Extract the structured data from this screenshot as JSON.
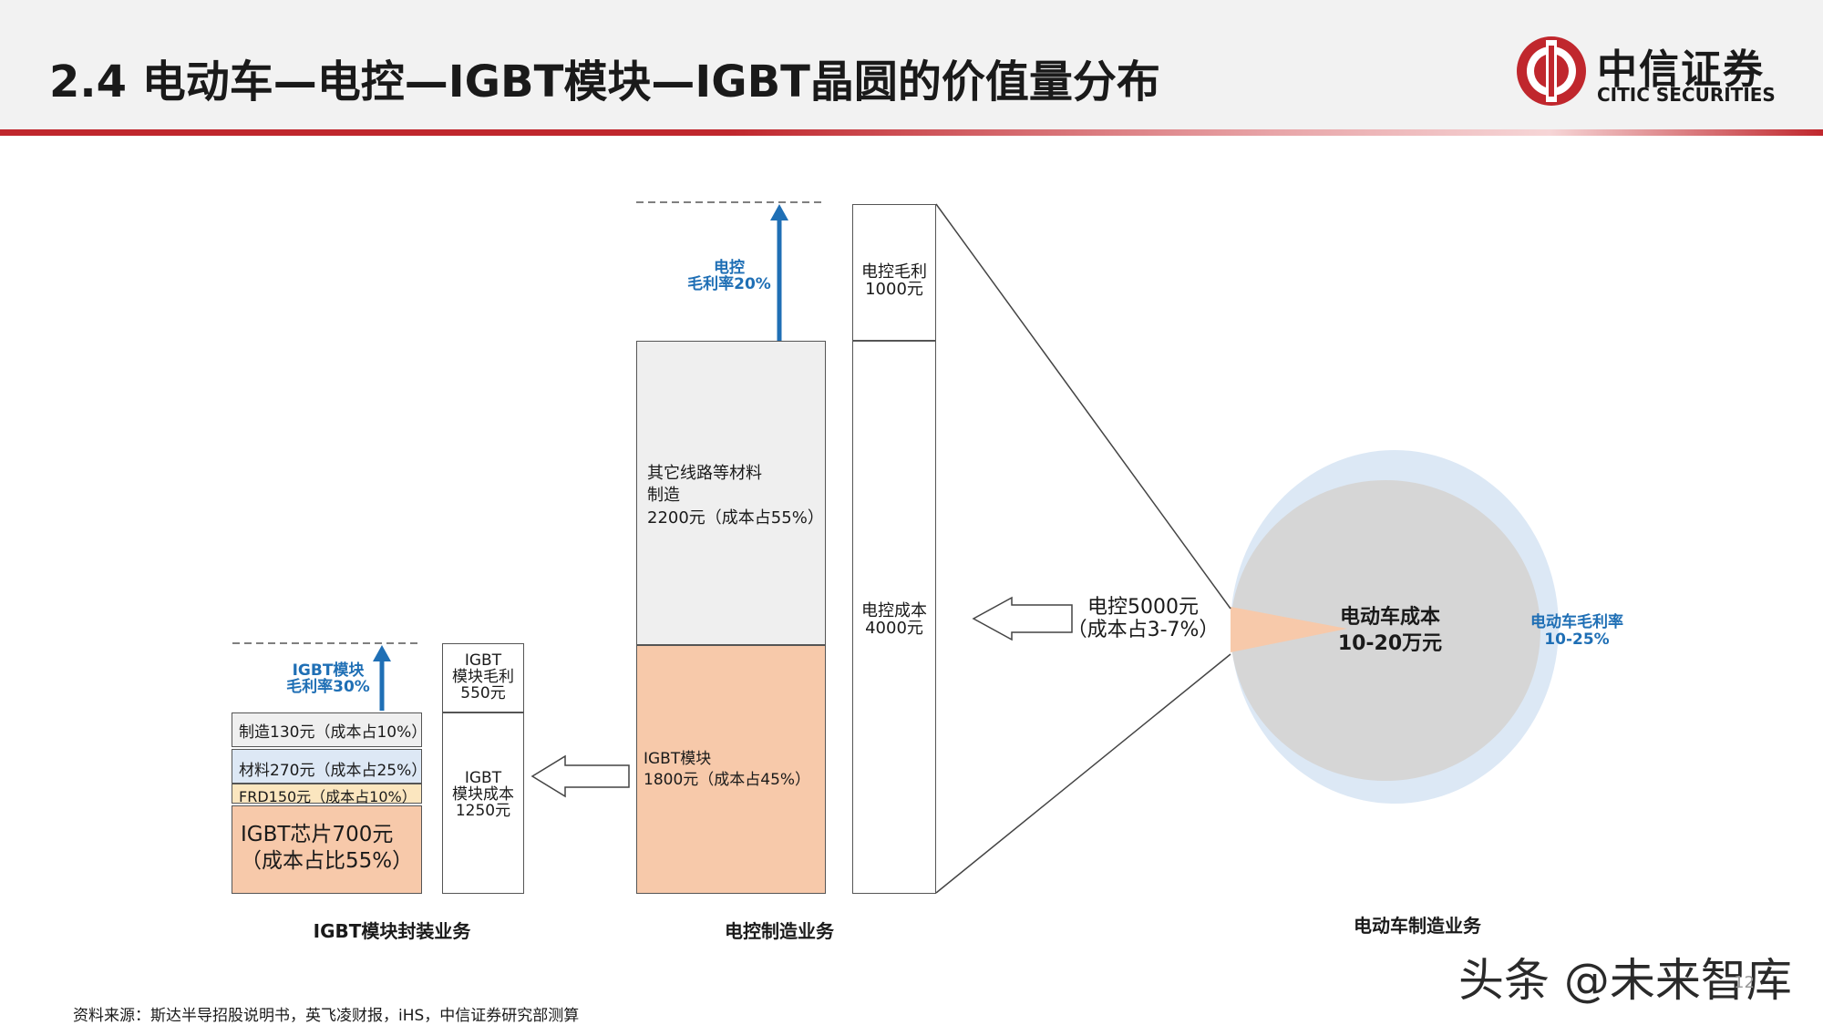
{
  "header": {
    "title": "2.4 电动车—电控—IGBT模块—IGBT晶圆的价值量分布",
    "logo_cn": "中信证券",
    "logo_en": "CITIC SECURITIES"
  },
  "colors": {
    "accent_red": "#c0272d",
    "arrow_blue": "#1f6fb5",
    "peach": "#f7c9aa",
    "light_gray": "#efefef",
    "light_blue": "#dde8f5",
    "cream": "#fbe6bf",
    "circle_gray": "#d6d6d6",
    "circle_blue": "#dce8f5"
  },
  "igbt_section": {
    "margin_label": "IGBT模块\n毛利率30%",
    "manufacturing": "制造130元（成本占10%）",
    "materials": "材料270元（成本占25%）",
    "frd": "FRD150元（成本占10%）",
    "chip": "IGBT芯片700元\n（成本占比55%）",
    "module_profit": "IGBT\n模块毛利\n550元",
    "module_cost": "IGBT\n模块成本\n1250元",
    "section_label": "IGBT模块封装业务"
  },
  "ecu_section": {
    "margin_label": "电控\n毛利率20%",
    "other_materials": "其它线路等材料\n制造\n2200元（成本占55%）",
    "igbt_module": "IGBT模块\n1800元（成本占45%）",
    "profit": "电控毛利\n1000元",
    "cost": "电控成本\n4000元",
    "section_label": "电控制造业务"
  },
  "ev_section": {
    "ecu_value": "电控5000元\n（成本占3-7%）",
    "cost_label": "电动车成本\n10-20万元",
    "margin_label": "电动车毛利率\n10-25%",
    "section_label": "电动车制造业务"
  },
  "footer": {
    "source": "资料来源：斯达半导招股说明书，英飞凌财报，iHS，中信证券研究部测算",
    "watermark": "头条 @未来智库",
    "page": "12"
  }
}
